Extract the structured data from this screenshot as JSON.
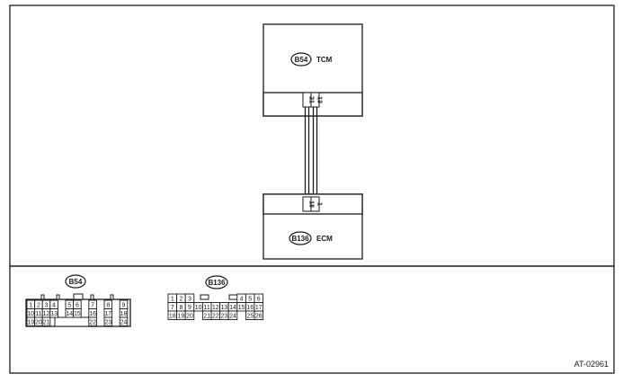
{
  "modules": {
    "tcm": {
      "badge": "B54",
      "name": "TCM",
      "pins": [
        "21",
        "13"
      ]
    },
    "ecm": {
      "badge": "B136",
      "name": "ECM",
      "pins": [
        "18",
        "1"
      ]
    }
  },
  "connectors": {
    "b54": {
      "badge": "B54",
      "rows": [
        [
          "1",
          "2",
          "3",
          "4",
          "",
          "5",
          "6",
          "",
          "7",
          "",
          "8",
          "",
          "9"
        ],
        [
          "10",
          "11",
          "12",
          "13",
          "",
          "14",
          "15",
          "",
          "16",
          "",
          "17",
          "",
          "18"
        ],
        [
          "19",
          "20",
          "21",
          "",
          "",
          "",
          "",
          "",
          "22",
          "",
          "23",
          "",
          "24"
        ]
      ]
    },
    "b136": {
      "badge": "B136",
      "rows": [
        [
          "1",
          "2",
          "3",
          "",
          "",
          "",
          "",
          "",
          "4",
          "5",
          "6"
        ],
        [
          "7",
          "8",
          "9",
          "10",
          "11",
          "12",
          "13",
          "14",
          "15",
          "16",
          "17"
        ],
        [
          "18",
          "19",
          "20",
          "",
          "21",
          "22",
          "23",
          "24",
          "",
          "25",
          "26"
        ]
      ]
    }
  },
  "figure_id": "AT-02961",
  "colors": {
    "line": "#1a1a1a",
    "background": "#ffffff"
  }
}
